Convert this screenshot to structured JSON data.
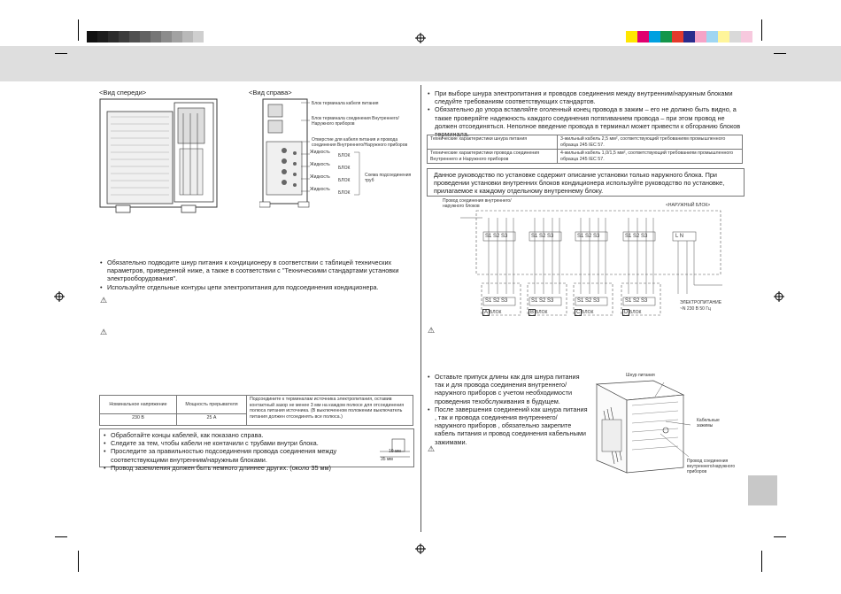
{
  "front_view": {
    "label": "<Вид спереди>"
  },
  "side_view": {
    "label": "<Вид справа>",
    "callouts": [
      "Блок терминала кабеля питания",
      "Блок терминала соединения Внутреннего/ Наружного приборов",
      "Отверстие для кабеля питания и провода соединения Внутреннего/Наружного приборов"
    ],
    "rows": [
      {
        "a": "Жидкость",
        "b": "БЛОК"
      },
      {
        "a": "Жидкость",
        "b": "БЛОК"
      },
      {
        "a": "Жидкость",
        "b": "БЛОК"
      },
      {
        "a": "Жидкость",
        "b": "БЛОК"
      }
    ],
    "pipe_note": "Схема подсоединения труб"
  },
  "left_bullets": [
    "Обязательно подводите шнур питания к кондиционеру в соответствии с таблицей технических параметров, приведенной ниже, а также в соответствии с \"Техническими стандартами установки электрооборудования\".",
    "Используйте отдельные контуры цепи электропитания для подсоединения кондиционера."
  ],
  "breaker_table": {
    "h1": "Номинальное напряжение",
    "h2": "Мощность прерывателя",
    "v1": "230 В",
    "v2": "25 А",
    "note": "Подсоедините к терминалам источника электропитания, оставив контактный зазор не менее 3 мм на каждом полюсе для отсоединения полюса питания источника. (В выключенном положении выключатель питания должен отсоединять все полюса.)"
  },
  "cable_bullets": [
    "Обработайте концы кабелей, как показано справа.",
    "Следите за тем, чтобы кабели не контачили с трубами внутри блока.",
    "Проследите за правильностью подсоединения провода соединения между соответствующими внутренним/наружным блоками.",
    "Провод заземления должен быть немного длиннее других. (около 35 мм)"
  ],
  "strip_dims": {
    "a": "10 мм",
    "b": "35 мм"
  },
  "right_bullets": [
    "При выборе шнура электропитания и проводов соединения между внутренним/наружным блоками следуйте требованиям соответствующих стандартов.",
    "Обязательно до упора вставляйте оголенный конец провода в зажим – его не должно быть видно, а также проверяйте надежность каждого соединения потягиванием провода – при этом провод не должен отсоединяться. Неполное введение провода в терминал может привести к обгоранию блоков терминала."
  ],
  "spec_table": [
    {
      "label": "Технические характеристики шнура питания",
      "value": "3-жильный кабель 2,5 мм², соответствующий требованиям промышленного образца 245 IEC 57."
    },
    {
      "label": "Технические характеристики провода соединения Внутреннего и Наружного приборов",
      "value": "4-жильный кабель 1,0/1,5 мм², соответствующий требованиям промышленного образца 245 IEC 57."
    }
  ],
  "notice": "Данное руководство по установке содержит описание установки только наружного блока. При проведении установки внутренних блоков кондиционера используйте руководство по установке, прилагаемое к каждому отдельному внутреннему блоку.",
  "wiring": {
    "left_label": "Провод соединения внутреннего/наружного блоков",
    "outdoor_label": "<НАРУЖНЫЙ БЛОК>",
    "terminal": "S1 S2 S3",
    "power_terminal": "L N",
    "units": [
      {
        "letter": "A",
        "label": "БЛОК"
      },
      {
        "letter": "B",
        "label": "БЛОК"
      },
      {
        "letter": "C",
        "label": "БЛОК"
      },
      {
        "letter": "D",
        "label": "БЛОК"
      }
    ],
    "power_label_1": "ЭЛЕКТРОПИТАНИЕ",
    "power_label_2": "~N 230 В 50 Гц"
  },
  "bottom_right_bullets": [
    "Оставьте припуск длины как для шнура питания так и для провода соединения внутреннего/ наружного приборов с учетом необходимости проведения техобслуживания в будущем.",
    "После завершения соединений как шнура питания , так и провода соединения внутреннего/ наружного приборов , обязательно закрепите кабель питания и провод соединения кабельными зажимами."
  ],
  "photo_callouts": {
    "power_cord": "Шнур питания",
    "clamps": "Кабельные зажимы",
    "conn_wire": "Провод соединения внутреннего/наружного приборов"
  },
  "colors": {
    "header": "#dedede",
    "tab": "#c8c8c8"
  }
}
